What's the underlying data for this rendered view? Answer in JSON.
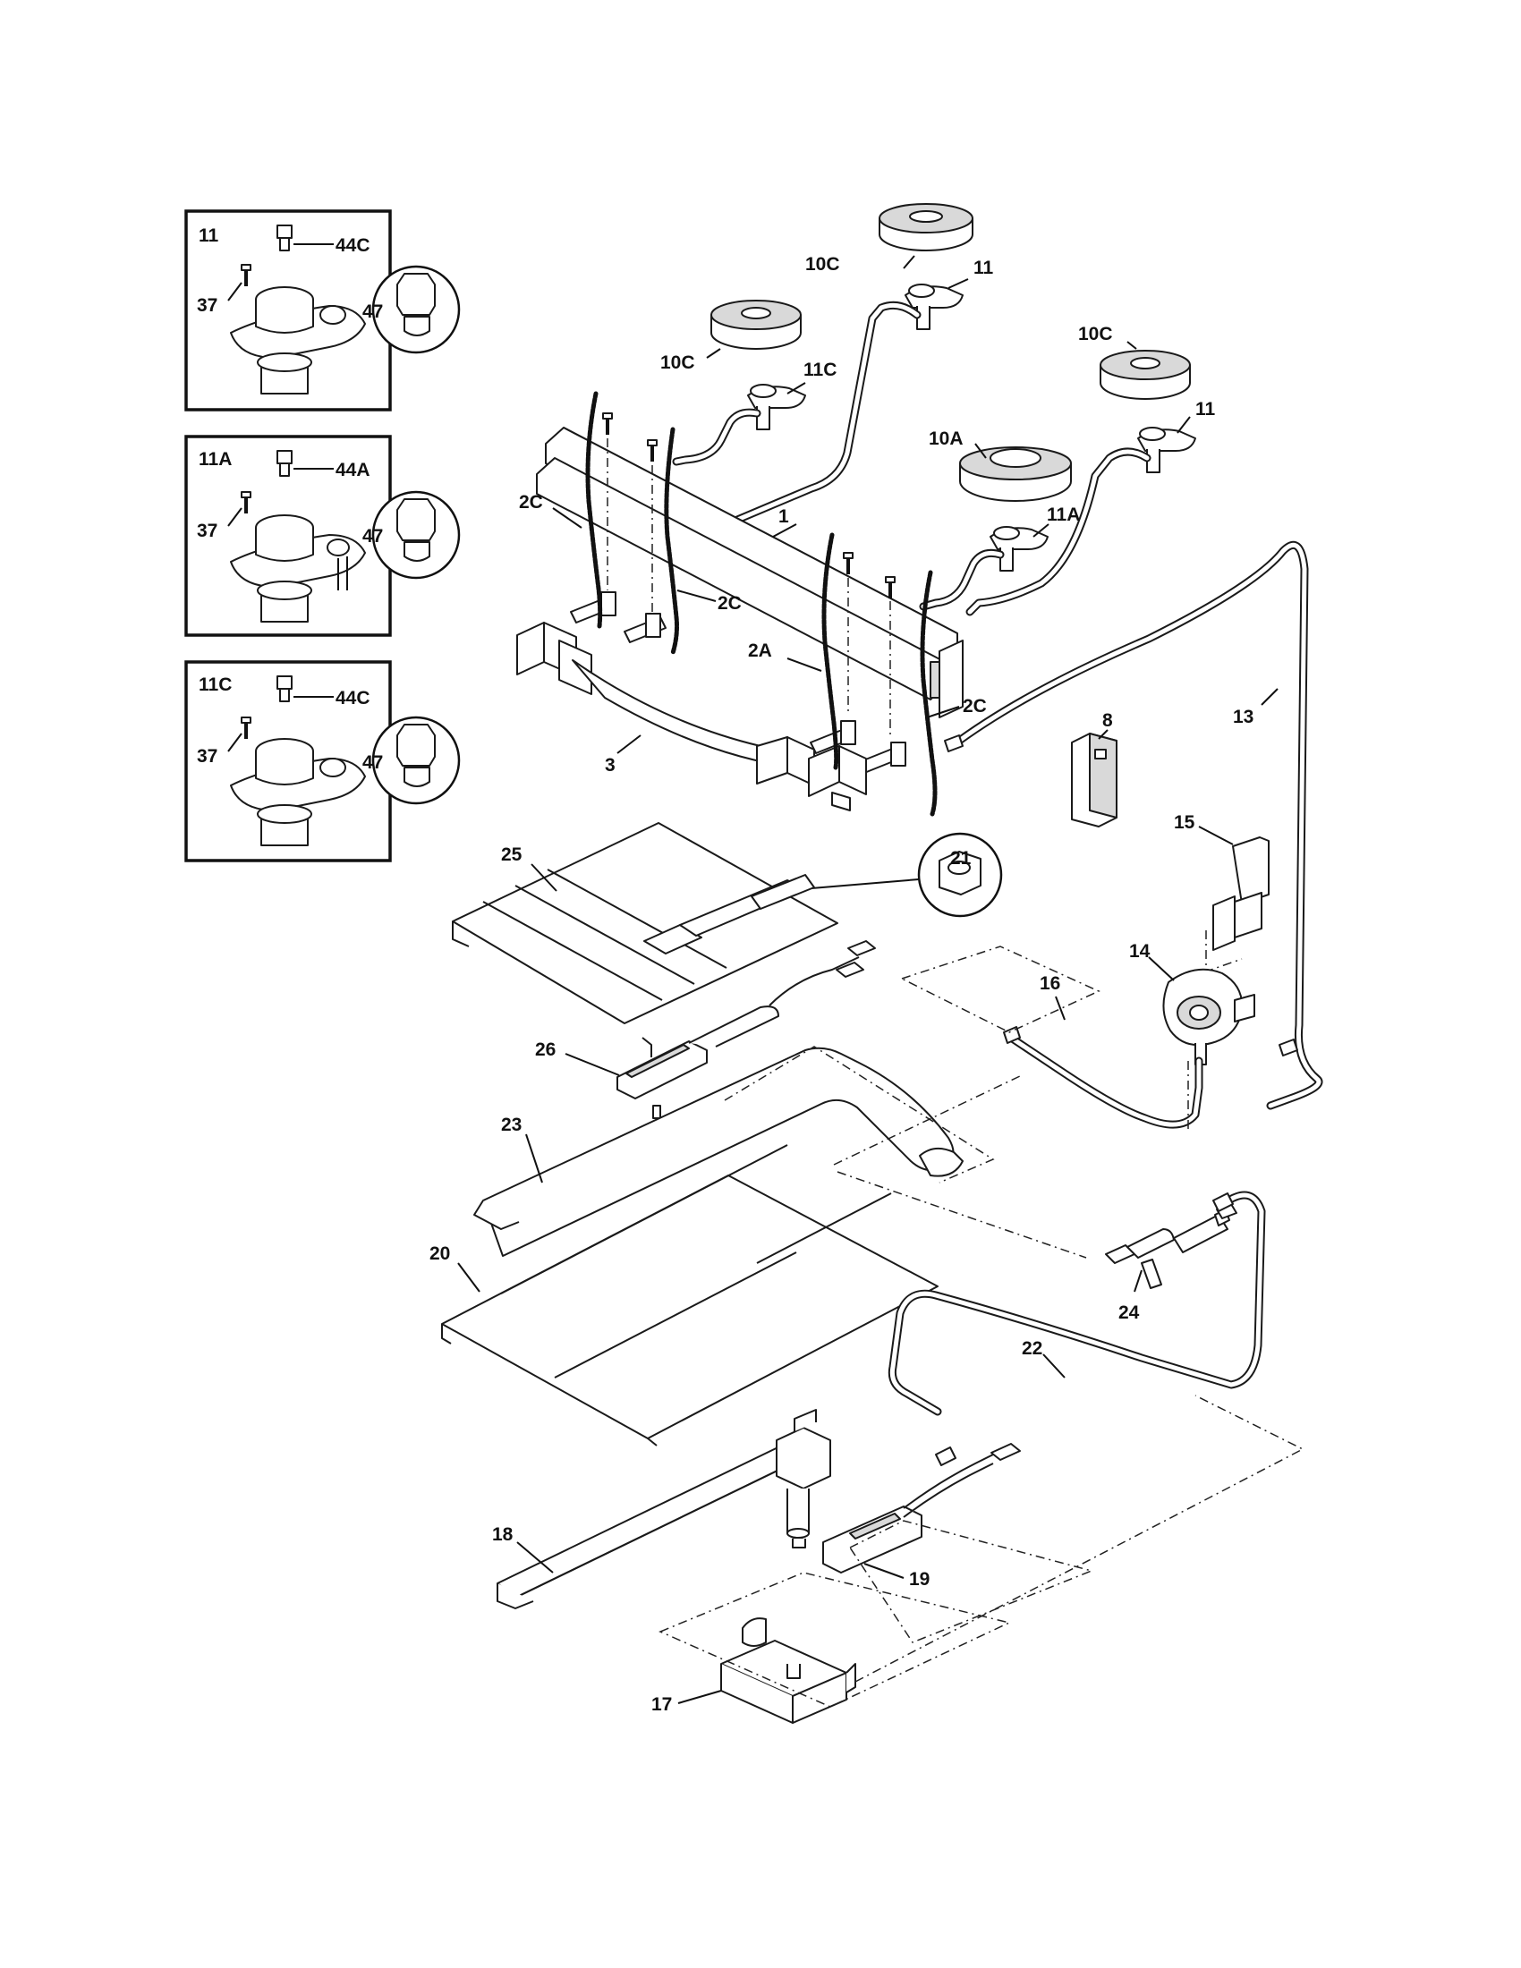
{
  "insets": [
    {
      "title": "11",
      "labels": [
        "44C",
        "37",
        "47"
      ]
    },
    {
      "title": "11A",
      "labels": [
        "44A",
        "37",
        "47"
      ]
    },
    {
      "title": "11C",
      "labels": [
        "44C",
        "37",
        "47"
      ]
    }
  ],
  "callouts": {
    "c1": "1",
    "c2a": "2A",
    "c2c_a": "2C",
    "c2c_b": "2C",
    "c2c_c": "2C",
    "c3": "3",
    "c8": "8",
    "c10a": "10A",
    "c10c_a": "10C",
    "c10c_b": "10C",
    "c10c_c": "10C",
    "c11_a": "11",
    "c11_b": "11",
    "c11a": "11A",
    "c11c": "11C",
    "c13": "13",
    "c14": "14",
    "c15": "15",
    "c16": "16",
    "c17": "17",
    "c18": "18",
    "c19": "19",
    "c20": "20",
    "c21": "21",
    "c22": "22",
    "c23": "23",
    "c24": "24",
    "c25": "25",
    "c26": "26"
  }
}
